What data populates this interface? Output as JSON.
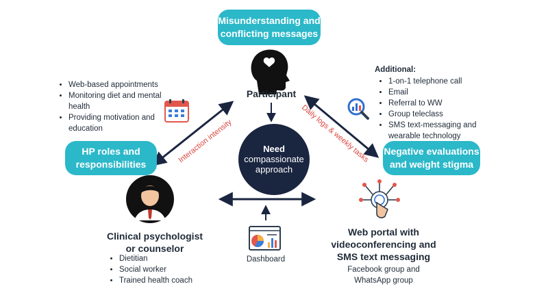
{
  "top_pill": [
    "Misunderstanding and",
    "conflicting messages"
  ],
  "participant_label": "Participant",
  "center": [
    "Need",
    "compassionate",
    "approach"
  ],
  "hp_pill": [
    "HP roles and",
    "responsibilities"
  ],
  "neg_pill": [
    "Negative evaluations",
    "and weight stigma"
  ],
  "hp_tasks": [
    "Web-based appointments",
    "Monitoring diet and mental health",
    "Providing motivation and education"
  ],
  "additional": {
    "heading": "Additional:",
    "items": [
      "1-on-1 telephone call",
      "Email",
      "Referral to WW",
      "Group teleclass",
      "SMS text-messaging and wearable technology"
    ]
  },
  "psychologist": {
    "title": [
      "Clinical psychologist",
      "or counselor"
    ],
    "items": [
      "Dietitian",
      "Social worker",
      "Trained health coach"
    ]
  },
  "portal": {
    "title": [
      "Web portal with",
      "videoconferencing and",
      "SMS text messaging"
    ],
    "note": [
      "Facebook group and",
      "WhatsApp group"
    ]
  },
  "dashboard_label": "Dashboard",
  "left_arrow_text": "Interaction intensity",
  "right_arrow_text": "Daily logs & weekly tasks",
  "colors": {
    "teal": "#2bb8c9",
    "navy": "#1a2540",
    "red": "#d9463f",
    "blue": "#2f6fd1"
  }
}
